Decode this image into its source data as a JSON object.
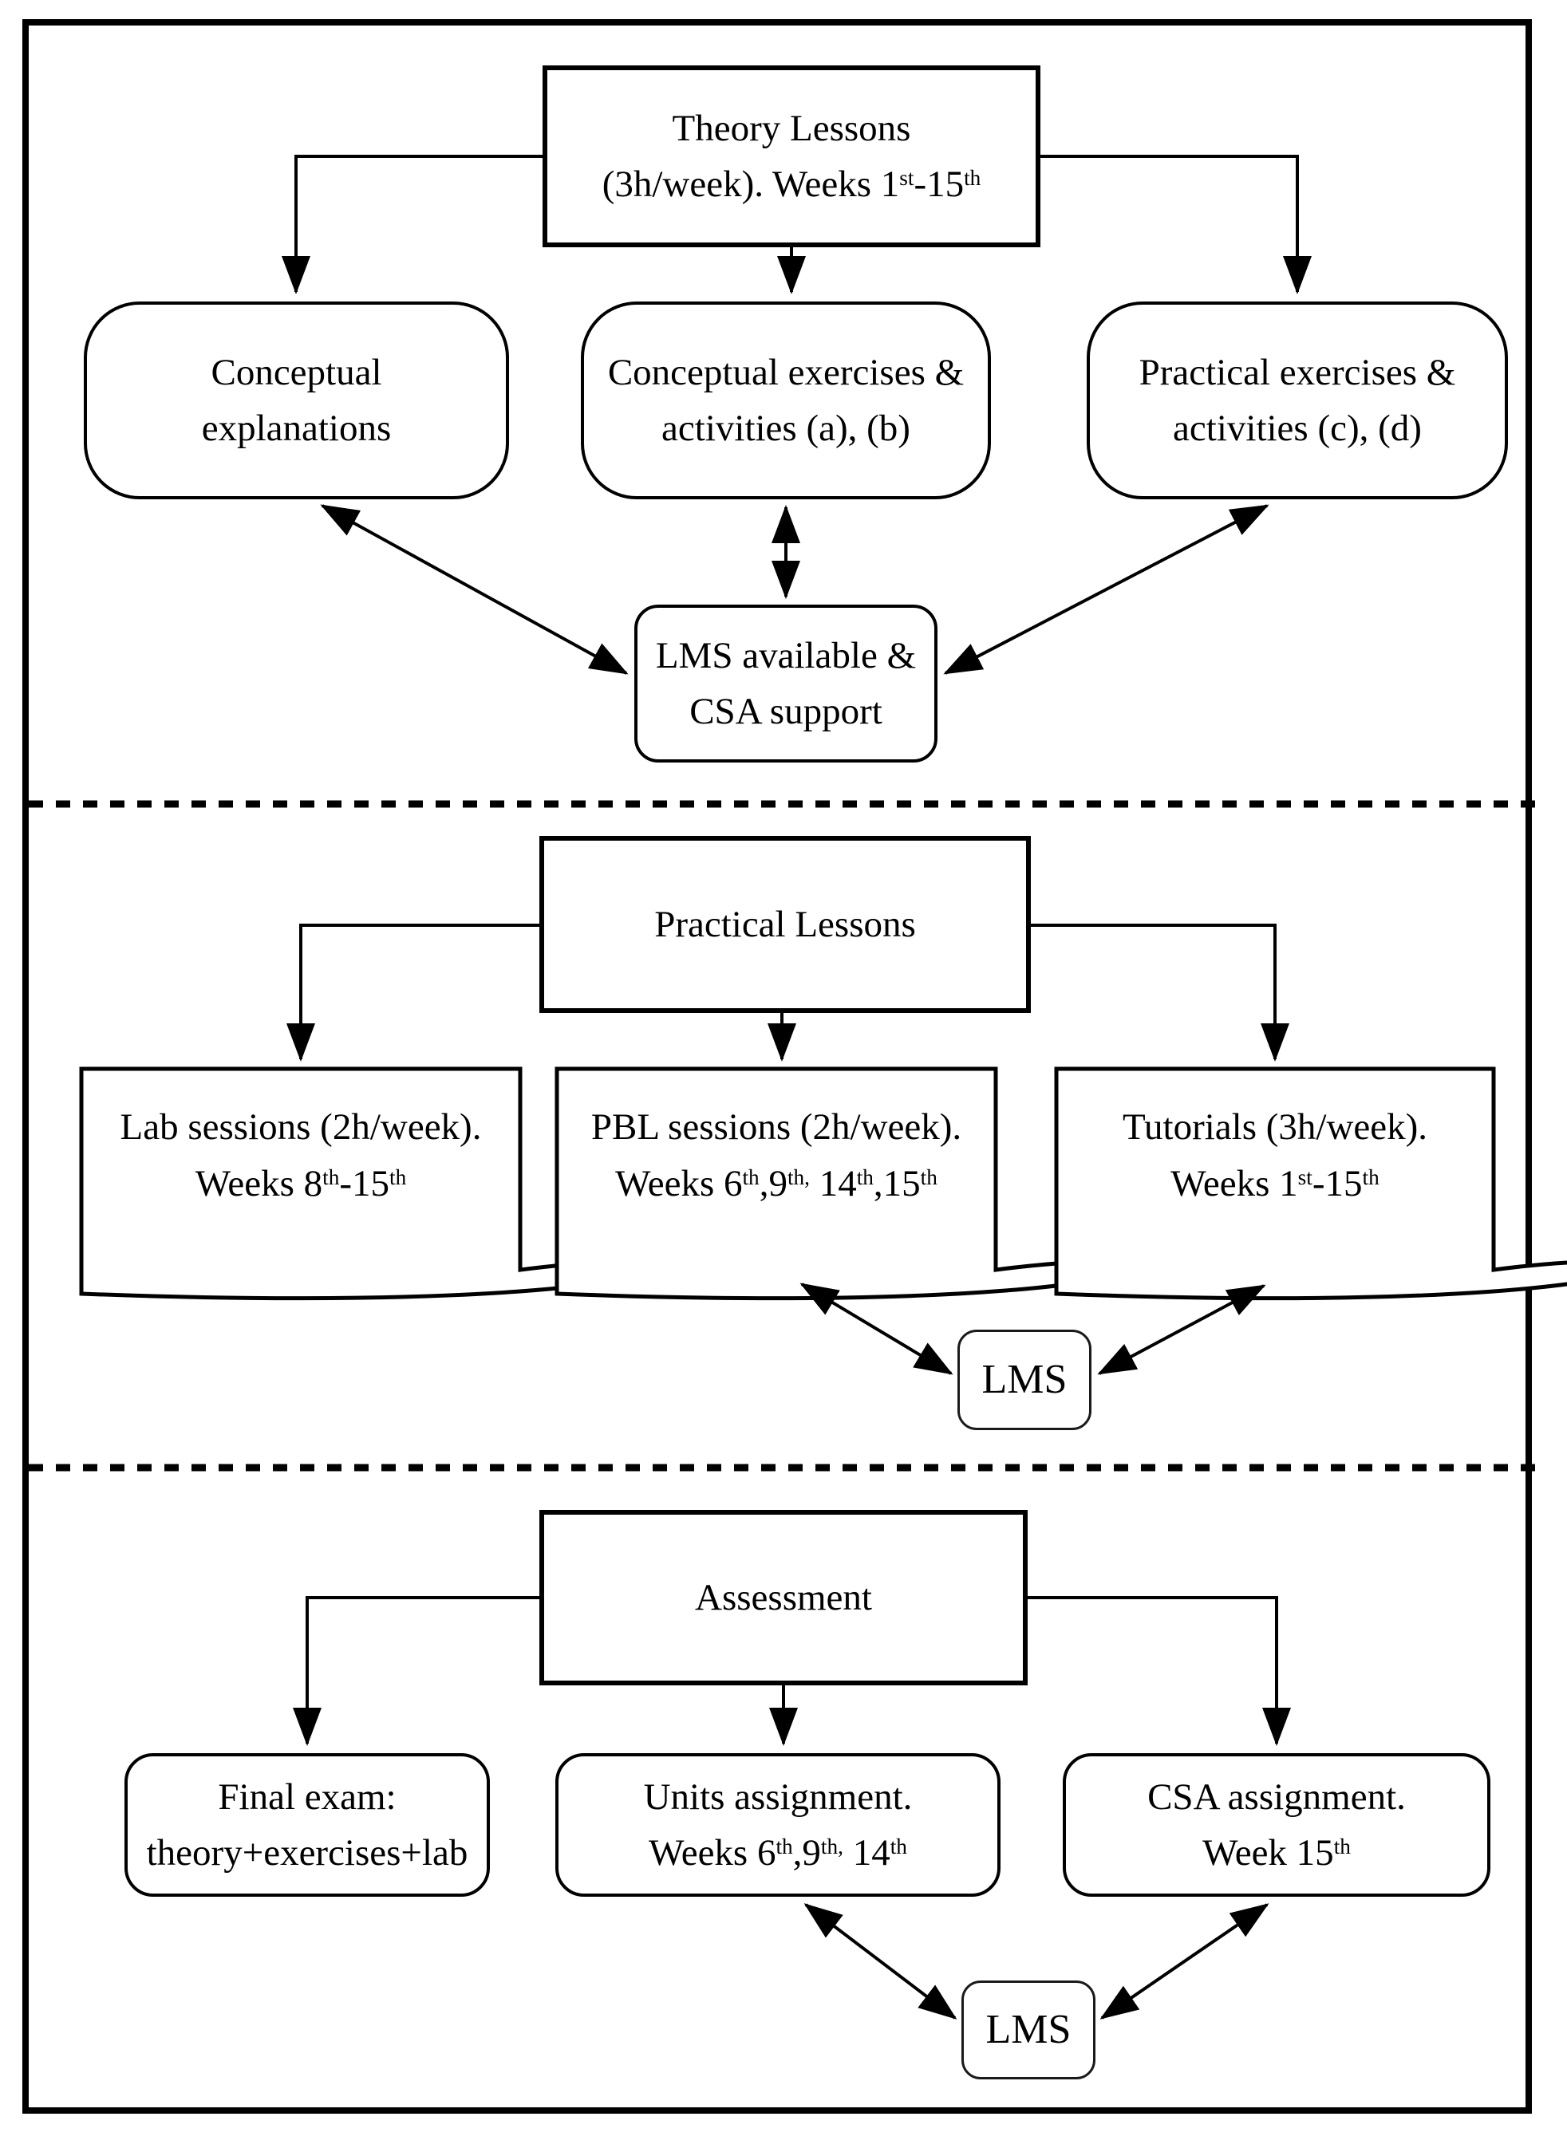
{
  "palette": {
    "stroke": "#000000",
    "background": "#ffffff",
    "text": "#000000"
  },
  "nodes": {
    "theory": {
      "line1": "Theory Lessons",
      "line2": [
        {
          "t": "(3h/week). Weeks 1"
        },
        {
          "sup": "st"
        },
        {
          "t": "-15"
        },
        {
          "sup": "th"
        }
      ]
    },
    "conceptual_explanations": {
      "line1": "Conceptual",
      "line2": "explanations"
    },
    "conceptual_exercises": {
      "line1": "Conceptual exercises &",
      "line2": "activities (a), (b)"
    },
    "practical_exercises": {
      "line1": "Practical exercises &",
      "line2": "activities (c), (d)"
    },
    "lms_support": {
      "line1": "LMS available &",
      "line2": "CSA support"
    },
    "practical_lessons": {
      "label": "Practical Lessons"
    },
    "lab_sessions": {
      "line1": "Lab sessions (2h/week).",
      "line2": [
        {
          "t": "Weeks 8"
        },
        {
          "sup": "th"
        },
        {
          "t": "-15"
        },
        {
          "sup": "th"
        }
      ]
    },
    "pbl_sessions": {
      "line1": "PBL sessions (2h/week).",
      "line2": [
        {
          "t": "Weeks 6"
        },
        {
          "sup": "th"
        },
        {
          "t": ",9"
        },
        {
          "sup": "th,"
        },
        {
          "t": " 14"
        },
        {
          "sup": "th"
        },
        {
          "t": ",15"
        },
        {
          "sup": "th"
        }
      ]
    },
    "tutorials": {
      "line1": "Tutorials (3h/week).",
      "line2": [
        {
          "t": "Weeks 1"
        },
        {
          "sup": "st"
        },
        {
          "t": "-15"
        },
        {
          "sup": "th"
        }
      ]
    },
    "lms_mid": {
      "label": "LMS"
    },
    "assessment": {
      "label": "Assessment"
    },
    "final_exam": {
      "line1": "Final exam:",
      "line2": "theory+exercises+lab"
    },
    "units_assignment": {
      "line1": "Units assignment.",
      "line2": [
        {
          "t": "Weeks 6"
        },
        {
          "sup": "th"
        },
        {
          "t": ",9"
        },
        {
          "sup": "th,"
        },
        {
          "t": " 14"
        },
        {
          "sup": "th"
        }
      ]
    },
    "csa_assignment": {
      "line1": "CSA assignment.",
      "line2": [
        {
          "t": "Week 15"
        },
        {
          "sup": "th"
        }
      ]
    },
    "lms_bottom": {
      "label": "LMS"
    }
  },
  "edges": [
    {
      "from": "theory",
      "to": "conceptual_explanations",
      "type": "arrow"
    },
    {
      "from": "theory",
      "to": "conceptual_exercises",
      "type": "arrow"
    },
    {
      "from": "theory",
      "to": "practical_exercises",
      "type": "arrow"
    },
    {
      "from": "conceptual_explanations",
      "to": "lms_support",
      "type": "double-arrow"
    },
    {
      "from": "conceptual_exercises",
      "to": "lms_support",
      "type": "double-arrow"
    },
    {
      "from": "practical_exercises",
      "to": "lms_support",
      "type": "double-arrow"
    },
    {
      "from": "practical_lessons",
      "to": "lab_sessions",
      "type": "arrow"
    },
    {
      "from": "practical_lessons",
      "to": "pbl_sessions",
      "type": "arrow"
    },
    {
      "from": "practical_lessons",
      "to": "tutorials",
      "type": "arrow"
    },
    {
      "from": "pbl_sessions",
      "to": "lms_mid",
      "type": "double-arrow"
    },
    {
      "from": "tutorials",
      "to": "lms_mid",
      "type": "double-arrow"
    },
    {
      "from": "assessment",
      "to": "final_exam",
      "type": "arrow"
    },
    {
      "from": "assessment",
      "to": "units_assignment",
      "type": "arrow"
    },
    {
      "from": "assessment",
      "to": "csa_assignment",
      "type": "arrow"
    },
    {
      "from": "units_assignment",
      "to": "lms_bottom",
      "type": "double-arrow"
    },
    {
      "from": "csa_assignment",
      "to": "lms_bottom",
      "type": "double-arrow"
    }
  ]
}
